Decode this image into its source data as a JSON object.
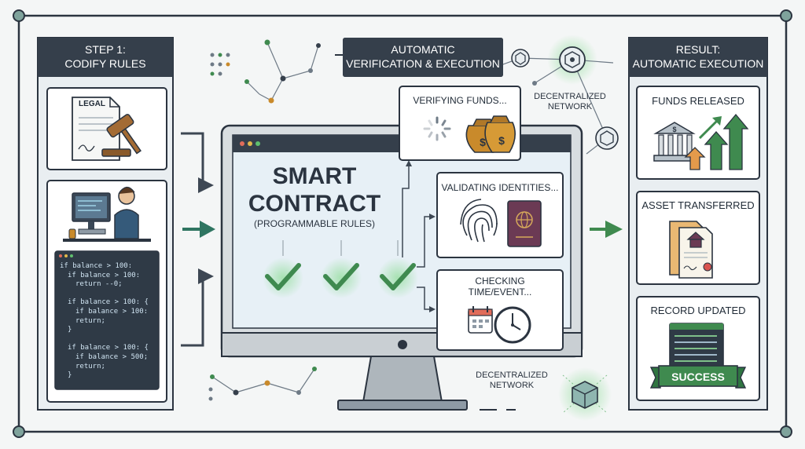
{
  "step1": {
    "line1": "STEP 1:",
    "line2": "CODIFY RULES"
  },
  "legal_doc_label": "LEGAL",
  "code_lines": [
    {
      "text": "if balance > 100:",
      "indent": 1
    },
    {
      "text": "if balance > 100:",
      "indent": 2
    },
    {
      "text": "return --0;",
      "indent": 3
    },
    {
      "text": "",
      "indent": 1
    },
    {
      "text": "if balance > 100: {",
      "indent": 2
    },
    {
      "text": "if balance > 100:",
      "indent": 3
    },
    {
      "text": "return;",
      "indent": 3
    },
    {
      "text": "}",
      "indent": 2
    },
    {
      "text": "",
      "indent": 1
    },
    {
      "text": "if balance > 100: {",
      "indent": 2
    },
    {
      "text": "if balance > 500;",
      "indent": 3
    },
    {
      "text": "return;",
      "indent": 3
    },
    {
      "text": "}",
      "indent": 2
    }
  ],
  "verification": {
    "line1": "AUTOMATIC",
    "line2": "VERIFICATION & EXECUTION"
  },
  "network_top": {
    "line1": "DECENTRALIZED",
    "line2": "NETWORK"
  },
  "network_bottom": {
    "line1": "DECENTRALIZED",
    "line2": "NETWORK"
  },
  "smart_contract": {
    "line1": "SMART",
    "line2": "CONTRACT",
    "line3": "(PROGRAMMABLE RULES)"
  },
  "checks": {
    "verifying": "VERIFYING FUNDS...",
    "validating": "VALIDATING IDENTITIES...",
    "checking_line1": "CHECKING",
    "checking_line2": "TIME/EVENT..."
  },
  "result": {
    "line1": "RESULT:",
    "line2": "AUTOMATIC EXECUTION",
    "funds": "FUNDS RELEASED",
    "asset": "ASSET TRANSFERRED",
    "record": "RECORD UPDATED",
    "success": "SUCCESS"
  },
  "colors": {
    "dark": "#353f4b",
    "outline": "#2b3440",
    "panel": "#e9eef1",
    "green": "#3f8a4f",
    "green_glow": "#a8ddb0",
    "gold": "#c98a2b",
    "orange": "#e49a4b",
    "blue_screen": "#e7f0f6",
    "code_bg": "#2f3a46"
  },
  "icons": [
    "gavel-icon",
    "document-icon",
    "developer-icon",
    "spinner-icon",
    "money-bag-icon",
    "fingerprint-icon",
    "passport-icon",
    "calendar-icon",
    "clock-icon",
    "bank-icon",
    "growth-arrows-icon",
    "house-deed-icon",
    "spreadsheet-icon",
    "network-node-icon",
    "cube-icon",
    "checkmark-icon"
  ]
}
